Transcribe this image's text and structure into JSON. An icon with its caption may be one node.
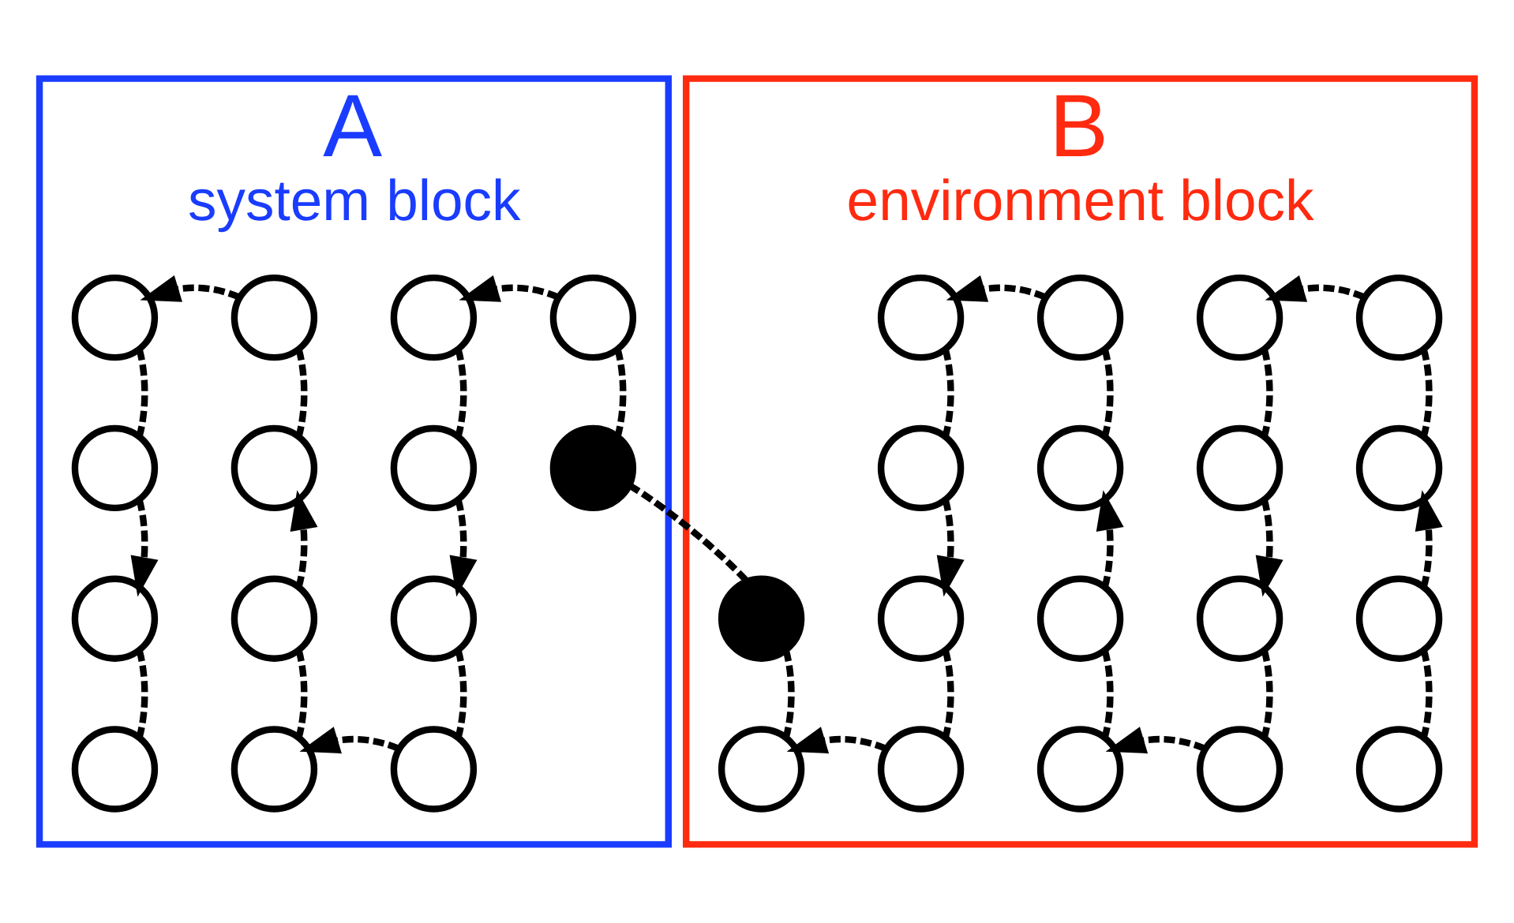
{
  "diagram": {
    "nodes": [
      {
        "text": [
          "A",
          "system block"
        ]
      },
      {
        "text": [],
        "shape": "circle",
        "in": 0
      },
      {
        "text": [],
        "shape": "circle",
        "in": 0
      },
      {
        "text": [],
        "shape": "circle",
        "in": 0
      },
      {
        "text": [],
        "shape": "circle",
        "in": 0
      },
      {
        "text": [],
        "shape": "circle",
        "in": 0
      },
      {
        "text": [],
        "shape": "circle",
        "in": 0
      },
      {
        "text": [],
        "shape": "circle",
        "in": 0
      },
      {
        "text": [],
        "shape": "circle",
        "in": 0
      },
      {
        "text": [],
        "shape": "circle",
        "in": 0
      },
      {
        "text": [],
        "shape": "circle",
        "in": 0
      },
      {
        "text": [],
        "shape": "circle",
        "in": 0
      },
      {
        "text": [],
        "shape": "circle",
        "in": 0
      },
      {
        "text": [],
        "shape": "circle",
        "in": 0
      },
      {
        "text": [],
        "shape": "circle",
        "in": 0
      },
      {
        "text": [
          "B",
          "environment block"
        ]
      },
      {
        "text": [],
        "shape": "circle",
        "in": 15
      },
      {
        "text": [],
        "shape": "circle",
        "in": 15
      },
      {
        "text": [],
        "shape": "circle",
        "in": 15
      },
      {
        "text": [],
        "shape": "circle",
        "in": 15
      },
      {
        "text": [],
        "shape": "circle",
        "in": 15
      },
      {
        "text": [],
        "shape": "circle",
        "in": 15
      },
      {
        "text": [],
        "shape": "circle",
        "in": 15
      },
      {
        "text": [],
        "shape": "circle",
        "in": 15
      },
      {
        "text": [],
        "shape": "circle",
        "in": 15
      },
      {
        "text": [],
        "shape": "circle",
        "in": 15
      },
      {
        "text": [],
        "shape": "circle",
        "in": 15
      },
      {
        "text": [],
        "shape": "circle",
        "in": 15
      },
      {
        "text": [],
        "shape": "circle",
        "in": 15
      },
      {
        "text": [],
        "shape": "circle",
        "in": 15
      },
      {
        "text": [],
        "shape": "circle",
        "in": 15
      },
      {
        "text": [],
        "shape": "circle",
        "in": 15
      },
      {
        "text": [],
        "shape": "circle",
        "in": 15
      },
      {
        "text": [],
        "shape": "circle",
        "in": 15
      }
    ],
    "edges": [
      {
        "from": 1,
        "to": 5,
        "arrow": "none",
        "style": "dashed"
      },
      {
        "from": 5,
        "to": 9,
        "arrow": "to",
        "style": "dashed"
      },
      {
        "from": 9,
        "to": 12,
        "arrow": "none",
        "style": "dashed"
      },
      {
        "from": 2,
        "to": 1,
        "arrow": "to",
        "style": "dashed"
      },
      {
        "from": 2,
        "to": 6,
        "arrow": "none",
        "style": "dashed"
      },
      {
        "from": 10,
        "to": 6,
        "arrow": "to",
        "style": "dashed"
      },
      {
        "from": 10,
        "to": 13,
        "arrow": "none",
        "style": "dashed"
      },
      {
        "from": 14,
        "to": 13,
        "arrow": "to",
        "style": "dashed"
      },
      {
        "from": 3,
        "to": 7,
        "arrow": "none",
        "style": "dashed"
      },
      {
        "from": 7,
        "to": 11,
        "arrow": "to",
        "style": "dashed"
      },
      {
        "from": 11,
        "to": 14,
        "arrow": "none",
        "style": "dashed"
      },
      {
        "from": 4,
        "to": 3,
        "arrow": "to",
        "style": "dashed"
      },
      {
        "from": 4,
        "to": 8,
        "arrow": "none",
        "style": "dashed"
      },
      {
        "from": 8,
        "to": 24,
        "arrow": "none",
        "style": "dashed"
      },
      {
        "from": 24,
        "to": 29,
        "arrow": "none",
        "style": "dashed"
      },
      {
        "from": 30,
        "to": 29,
        "arrow": "to",
        "style": "dashed"
      },
      {
        "from": 16,
        "to": 20,
        "arrow": "none",
        "style": "dashed"
      },
      {
        "from": 20,
        "to": 25,
        "arrow": "to",
        "style": "dashed"
      },
      {
        "from": 25,
        "to": 30,
        "arrow": "none",
        "style": "dashed"
      },
      {
        "from": 17,
        "to": 16,
        "arrow": "to",
        "style": "dashed"
      },
      {
        "from": 17,
        "to": 21,
        "arrow": "none",
        "style": "dashed"
      },
      {
        "from": 26,
        "to": 21,
        "arrow": "to",
        "style": "dashed"
      },
      {
        "from": 26,
        "to": 31,
        "arrow": "none",
        "style": "dashed"
      },
      {
        "from": 32,
        "to": 31,
        "arrow": "to",
        "style": "dashed"
      },
      {
        "from": 18,
        "to": 22,
        "arrow": "none",
        "style": "dashed"
      },
      {
        "from": 22,
        "to": 27,
        "arrow": "to",
        "style": "dashed"
      },
      {
        "from": 27,
        "to": 32,
        "arrow": "none",
        "style": "dashed"
      },
      {
        "from": 19,
        "to": 18,
        "arrow": "to",
        "style": "dashed"
      },
      {
        "from": 19,
        "to": 23,
        "arrow": "none",
        "style": "dashed"
      },
      {
        "from": 28,
        "to": 23,
        "arrow": "to",
        "style": "dashed"
      },
      {
        "from": 28,
        "to": 33,
        "arrow": "none",
        "style": "dashed"
      }
    ]
  }
}
